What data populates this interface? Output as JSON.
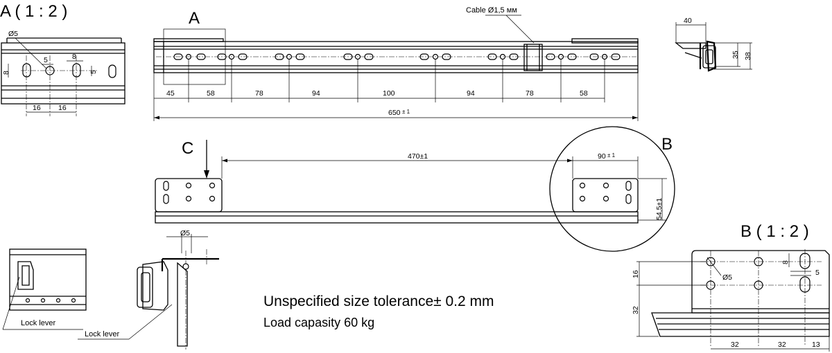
{
  "views": {
    "detail_a_title": "A ( 1 : 2 )",
    "detail_b_title": "B ( 1 : 2 )",
    "callout_a": "A",
    "callout_b": "B",
    "callout_c": "C"
  },
  "labels": {
    "cable": "Cable Ø1,5 мм",
    "lock_lever_1": "Lock lever",
    "lock_lever_2": "Lock lever"
  },
  "notes": {
    "tolerance": "Unspecified size tolerance± 0.2 mm",
    "load": "Load capasity 60 kg"
  },
  "dims": {
    "main_segments": [
      "45",
      "58",
      "78",
      "94",
      "100",
      "94",
      "78",
      "58"
    ],
    "main_total": "650",
    "main_total_tol": "± 1",
    "a_hole": "Ø5",
    "a_5": "5",
    "a_8_left": "8",
    "a_8_top": "8",
    "a_5_right": "5",
    "a_16_left": "16",
    "a_16_right": "16",
    "side_40": "40",
    "side_35": "35",
    "side_38": "38",
    "c_470": "470±1",
    "c_90": "90",
    "c_90_tol": "± 1",
    "c_545": "54,5±1",
    "c_hole": "Ø5",
    "b_hole": "Ø5",
    "b_8": "8",
    "b_5": "5",
    "b_16": "16",
    "b_32_v": "32",
    "b_32_a": "32",
    "b_32_b": "32",
    "b_13": "13"
  }
}
